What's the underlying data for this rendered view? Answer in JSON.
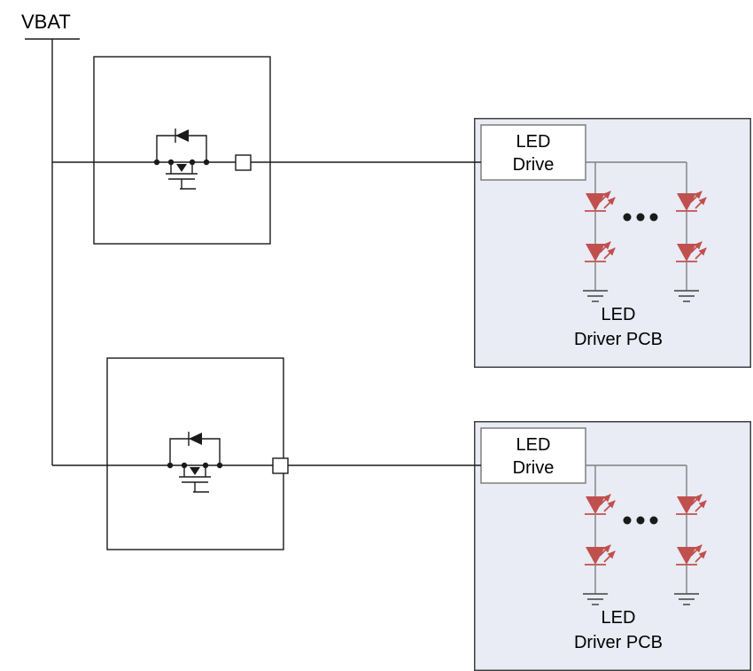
{
  "colors": {
    "led": "#c0504d",
    "block_bg": "#e9ebf5",
    "block_border": "#404040",
    "wire": "#1a1a1a",
    "gray_wire": "#808080"
  },
  "labels": {
    "vbat": "VBAT"
  },
  "blocks": [
    {
      "drive_line1": "LED",
      "drive_line2": "Drive",
      "caption_line1": "LED",
      "caption_line2": "Driver PCB"
    },
    {
      "drive_line1": "LED",
      "drive_line2": "Drive",
      "caption_line1": "LED",
      "caption_line2": "Driver PCB"
    }
  ]
}
